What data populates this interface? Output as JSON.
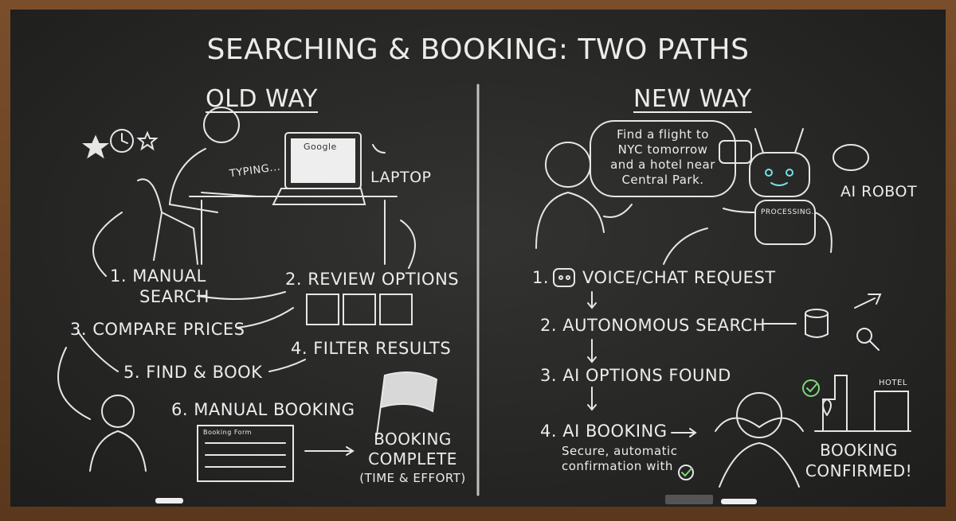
{
  "title": "SEARCHING & BOOKING: TWO PATHS",
  "old_way": {
    "heading": "OLD WAY",
    "labels": {
      "typing": "TYPING...",
      "laptop": "LAPTOP",
      "search_engine": "Google",
      "form": "Booking Form"
    },
    "steps": [
      "1. MANUAL",
      "SEARCH",
      "2. REVIEW OPTIONS",
      "3. COMPARE PRICES",
      "4. FILTER RESULTS",
      "5. FIND & BOOK",
      "6. MANUAL BOOKING"
    ],
    "result": {
      "line1": "BOOKING",
      "line2": "COMPLETE",
      "line3": "(TIME & EFFORT)"
    }
  },
  "new_way": {
    "heading": "NEW WAY",
    "speech": [
      "Find a flight to",
      "NYC tomorrow",
      "and a hotel near",
      "Central Park."
    ],
    "robot_label": "AI ROBOT",
    "processing": "PROCESSING...",
    "steps": [
      "1.",
      "VOICE/CHAT REQUEST",
      "2. AUTONOMOUS SEARCH",
      "3. AI OPTIONS FOUND",
      "4. AI BOOKING"
    ],
    "note": [
      "Secure, automatic",
      "confirmation with"
    ],
    "hotel": "HOTEL",
    "result": {
      "line1": "BOOKING",
      "line2": "CONFIRMED!"
    }
  },
  "colors": {
    "chalk": "#ececec",
    "board": "#2a2a29",
    "frame": "#6b4324",
    "check": "#7fd67a",
    "robot_eyes": "#6fe3e8"
  }
}
